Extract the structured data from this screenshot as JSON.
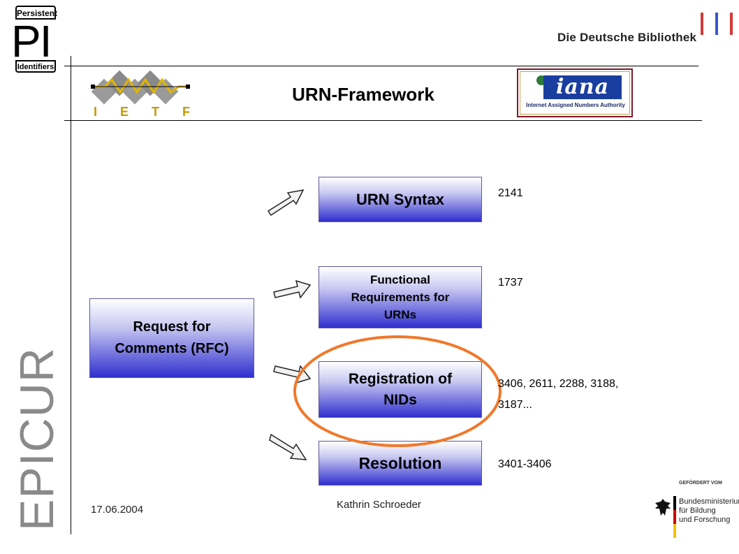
{
  "logos": {
    "pi_top": "Persistent",
    "pi_main": "PI",
    "pi_bottom": "Identifiers",
    "ddb": "Die Deutsche Bibliothek",
    "ietf": "I E T F",
    "iana_name": "iana",
    "iana_sub": "Internet Assigned Numbers Authority",
    "funder_small": "GEFÖRDERT VOM",
    "funder": [
      "Bundesministerium",
      "für Bildung",
      "und Forschung"
    ],
    "epicur": "EPICUR"
  },
  "slide": {
    "title": "URN-Framework",
    "source_box": [
      "Request for",
      "Comments (RFC)"
    ],
    "targets": [
      {
        "label": [
          "URN Syntax"
        ],
        "refs": [
          "2141"
        ]
      },
      {
        "label": [
          "Functional",
          "Requirements for",
          "URNs"
        ],
        "refs": [
          "1737"
        ]
      },
      {
        "label": [
          "Registration of",
          "NIDs"
        ],
        "refs": [
          "3406, 2611, 2288, 3188,",
          "3187..."
        ]
      },
      {
        "label": [
          "Resolution"
        ],
        "refs": [
          "3401-3406"
        ]
      }
    ],
    "highlight_color": "#f0782a"
  },
  "footer": {
    "date": "17.06.2004",
    "author": "Kathrin Schroeder"
  },
  "colors": {
    "box_dark": "#2f2fcf",
    "box_light": "#ffffff",
    "ddb_bars": [
      "#d33a3a",
      "#3a56c9",
      "#d33a3a"
    ]
  }
}
